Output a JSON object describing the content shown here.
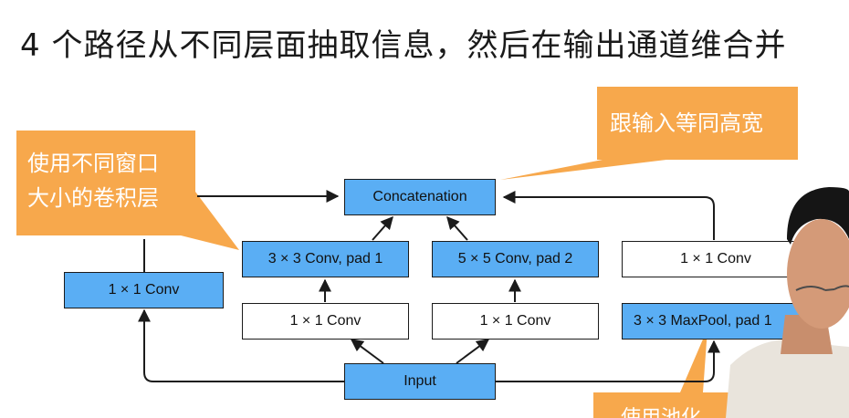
{
  "title": "4 个路径从不同层面抽取信息，然后在输出通道维合并",
  "callouts": {
    "left_line1": "使用不同窗口",
    "left_line2": "大小的卷积层",
    "right": "跟输入等同高宽",
    "bottom": "使用池化"
  },
  "nodes": {
    "concat": "Concatenation",
    "input": "Input",
    "p1_conv1": "1 × 1 Conv",
    "p2_conv3": "3 × 3 Conv, pad 1",
    "p2_conv1": "1 × 1 Conv",
    "p3_conv5": "5 × 5 Conv, pad 2",
    "p3_conv1": "1 × 1 Conv",
    "p4_conv1": "1 × 1 Conv",
    "p4_pool": "3 × 3 MaxPool, pad 1"
  },
  "colors": {
    "callout": "#f7a84c",
    "node_highlight": "#5aaef4",
    "node_plain": "#ffffff",
    "edge": "#1b1b1b"
  }
}
